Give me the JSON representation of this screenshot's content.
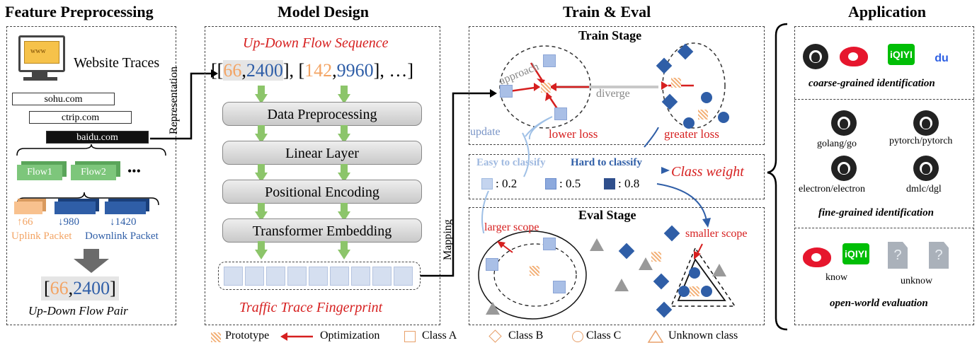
{
  "sections": {
    "feature": "Feature Preprocessing",
    "model": "Model Design",
    "train_eval": "Train & Eval",
    "application": "Application"
  },
  "feature": {
    "website_traces": "Website Traces",
    "www": "www",
    "sites": [
      "sohu.com",
      "ctrip.com",
      "baidu.com"
    ],
    "flows": [
      "Flow1",
      "Flow2",
      "•••"
    ],
    "uplink_value": "↑66",
    "downlink_values": [
      "↓980",
      "↓1420"
    ],
    "uplink_label": "Uplink Packet",
    "downlink_label": "Downlink Packet",
    "pair": {
      "open": "[",
      "a": "66",
      "comma": ",",
      "b": "2400",
      "close": "]"
    },
    "pair_caption": "Up-Down Flow Pair",
    "representation": "Representation"
  },
  "model": {
    "sequence_title": "Up-Down Flow Sequence",
    "seq": {
      "p1": "[[",
      "a1": "66",
      "c1": ",",
      "b1": "2400",
      "p2": "], [",
      "a2": "142",
      "c2": ",",
      "b2": "9960",
      "p3": "], …]"
    },
    "layers": [
      "Data Preprocessing",
      "Linear Layer",
      "Positional Encoding",
      "Transformer Embedding"
    ],
    "fingerprint": "Traffic Trace Fingerprint",
    "mapping": "Mapping"
  },
  "train": {
    "title": "Train Stage",
    "approach": "approach",
    "diverge": "diverge",
    "update": "update",
    "lower_loss": "lower loss",
    "greater_loss": "greater loss"
  },
  "weight": {
    "easy": "Easy to classify",
    "hard": "Hard to classify",
    "label": "Class weight",
    "values": [
      ": 0.2",
      ": 0.5",
      ": 0.8"
    ]
  },
  "eval": {
    "title": "Eval Stage",
    "larger": "larger scope",
    "smaller": "smaller scope"
  },
  "application": {
    "coarse": "coarse-grained identification",
    "repos": [
      "golang/go",
      "pytorch/pytorch",
      "electron/electron",
      "dmlc/dgl"
    ],
    "fine": "fine-grained identification",
    "know": "know",
    "unknow": "unknow",
    "open": "open-world evaluation",
    "iqiyi_text": "iQIYI",
    "baidu_text": "du",
    "question": "?"
  },
  "legend": [
    "Prototype",
    "Optimization",
    "Class A",
    "Class B",
    "Class C",
    "Unknown class"
  ],
  "colors": {
    "orange": "#f3b27a",
    "blue": "#2f5ea7",
    "red": "#d61f1f",
    "green": "#7dc67b",
    "lightblue": "#a9bfe6"
  }
}
